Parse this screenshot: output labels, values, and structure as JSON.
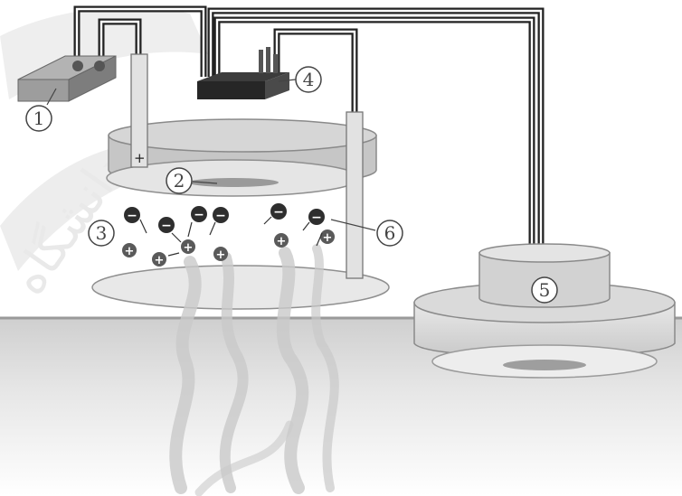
{
  "diagram": {
    "labels": {
      "power_supply": "1",
      "sensor_chamber": "2",
      "ionized_air": "3",
      "amplifier": "4",
      "alarm_horn": "5",
      "collector_electrode": "6"
    },
    "particles": {
      "negative_symbol": "−",
      "positive_symbol": "+"
    },
    "electrode_mark": "+",
    "watermark_text": "دانشگاه"
  }
}
